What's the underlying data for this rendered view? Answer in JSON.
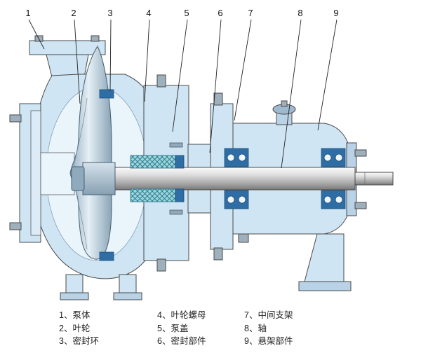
{
  "callouts": [
    "1",
    "2",
    "3",
    "4",
    "5",
    "6",
    "7",
    "8",
    "9"
  ],
  "legend": {
    "col1": [
      "1、泵体",
      "2、叶轮",
      "3、密封环"
    ],
    "col2": [
      "4、叶轮螺母",
      "5、泵盖",
      "6、密封部件"
    ],
    "col3": [
      "7、中间支架",
      "8、轴",
      "9、悬架部件"
    ]
  },
  "colors": {
    "casing_fill": "#cfe5f4",
    "panel_fill": "#b9d2e6",
    "cut_dark_blue": "#2f6ea5",
    "packing_teal": "#9ed6de",
    "shaft_gray": "#9b9b9b",
    "outline": "#4a4a4a"
  }
}
